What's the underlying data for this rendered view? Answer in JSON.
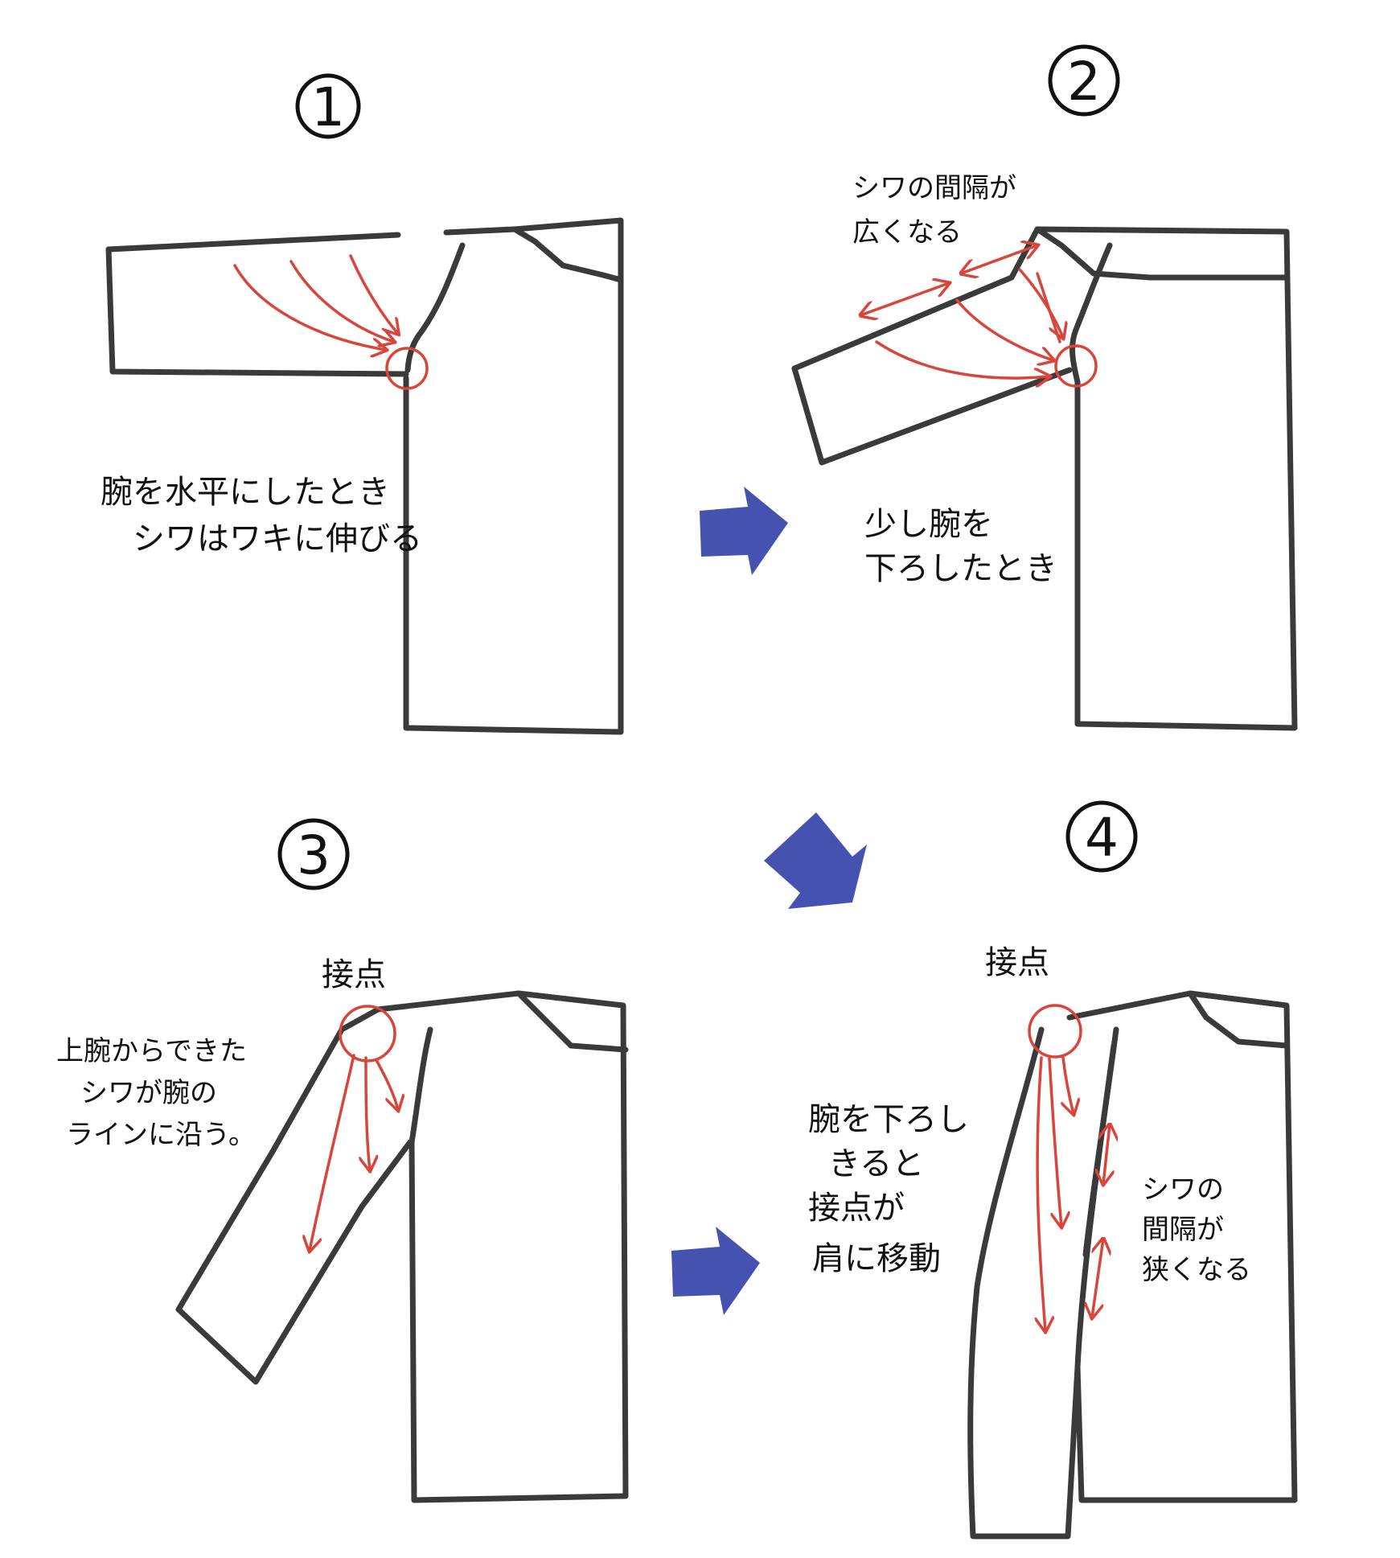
{
  "panels": [
    {
      "number": "1",
      "caption_lines": [
        "腕を水平にしたとき",
        "シワはワキに伸びる"
      ]
    },
    {
      "number": "2",
      "note_lines": [
        "シワの間隔が",
        "広くなる"
      ],
      "caption_lines": [
        "少し腕を",
        "下ろしたとき"
      ]
    },
    {
      "number": "3",
      "label": "接点",
      "caption_lines": [
        "上腕からできた",
        "シワが腕の",
        "ラインに沿う。"
      ]
    },
    {
      "number": "4",
      "label": "接点",
      "caption_lines": [
        "腕を下ろし",
        "きると",
        "接点が",
        "肩に移動"
      ],
      "note_lines": [
        "シワの",
        "間隔が",
        "狭くなる"
      ]
    }
  ],
  "colors": {
    "outline": "#3a3a3a",
    "crease_arrows": "#d8453a",
    "step_arrows": "#4552b0"
  }
}
